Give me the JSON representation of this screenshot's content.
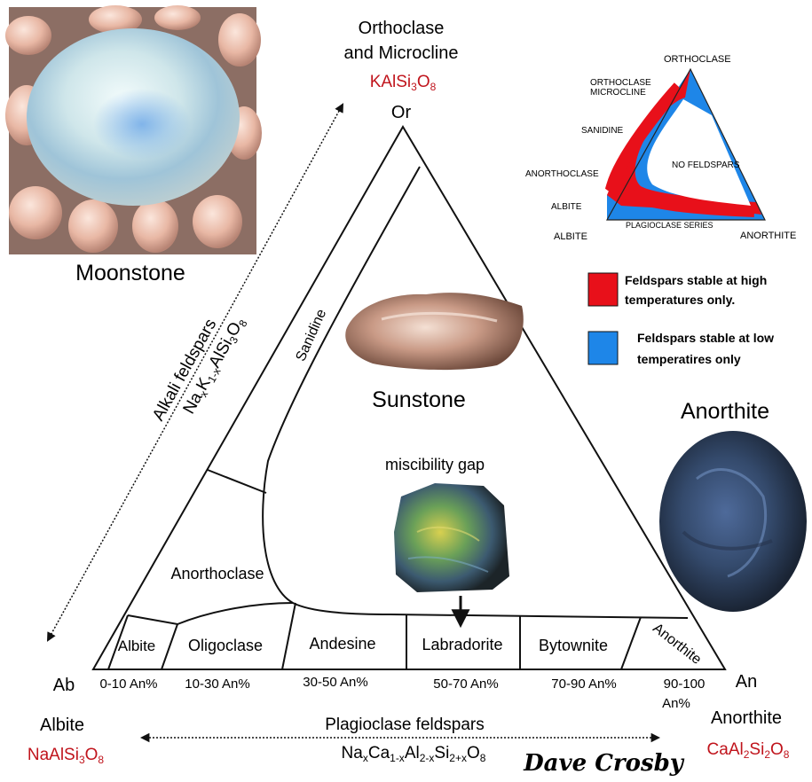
{
  "apex_labels": {
    "top_line1": "Orthoclase",
    "top_line2": "and Microcline",
    "top_formula": "KAlSi3O8",
    "top_abbr": "Or",
    "left_abbr": "Ab",
    "left_name": "Albite",
    "left_formula": "NaAlSi3O8",
    "right_abbr": "An",
    "right_name": "Anorthite",
    "right_formula": "CaAl2Si2O8"
  },
  "series": {
    "alkali_title": "Alkali feldspars",
    "alkali_formula": "NaxK1-xAlSi3O8",
    "plagioclase_title": "Plagioclase feldspars",
    "plagioclase_formula": "NaxCa1-xAl2-xSi2+xO8"
  },
  "fields": {
    "sanidine": "Sanidine",
    "anorthoclase": "Anorthoclase",
    "albite": "Albite",
    "oligoclase": "Oligoclase",
    "andesine": "Andesine",
    "labradorite": "Labradorite",
    "bytownite": "Bytownite",
    "anorthite": "Anorthite",
    "miscibility_gap": "miscibility gap"
  },
  "an_ranges": [
    "0-10 An%",
    "10-30 An%",
    "30-50 An%",
    "50-70 An%",
    "70-90 An%",
    "90-100",
    "An%"
  ],
  "photos": {
    "moonstone": "Moonstone",
    "sunstone": "Sunstone",
    "anorthite": "Anorthite"
  },
  "inset": {
    "top": "ORTHOCLASE",
    "microcline_1": "ORTHOCLASE",
    "microcline_2": "MICROCLINE",
    "sanidine": "SANIDINE",
    "anorthoclase": "ANORTHOCLASE",
    "albite_side": "ALBITE",
    "no_feldspars": "NO FELDSPARS",
    "plagioclase_series": "PLAGIOCLASE SERIES",
    "albite_corner": "ALBITE",
    "anorthite_corner": "ANORTHITE"
  },
  "legend": {
    "high_1": "Feldspars stable at high",
    "high_2": "temperatures only.",
    "low_1": "Feldspars stable at low",
    "low_2": "temperatires only",
    "high_color": "#e8101a",
    "low_color": "#1e86e8"
  },
  "signature": "Dave Crosby",
  "colors": {
    "formula_red": "#c0141c"
  }
}
